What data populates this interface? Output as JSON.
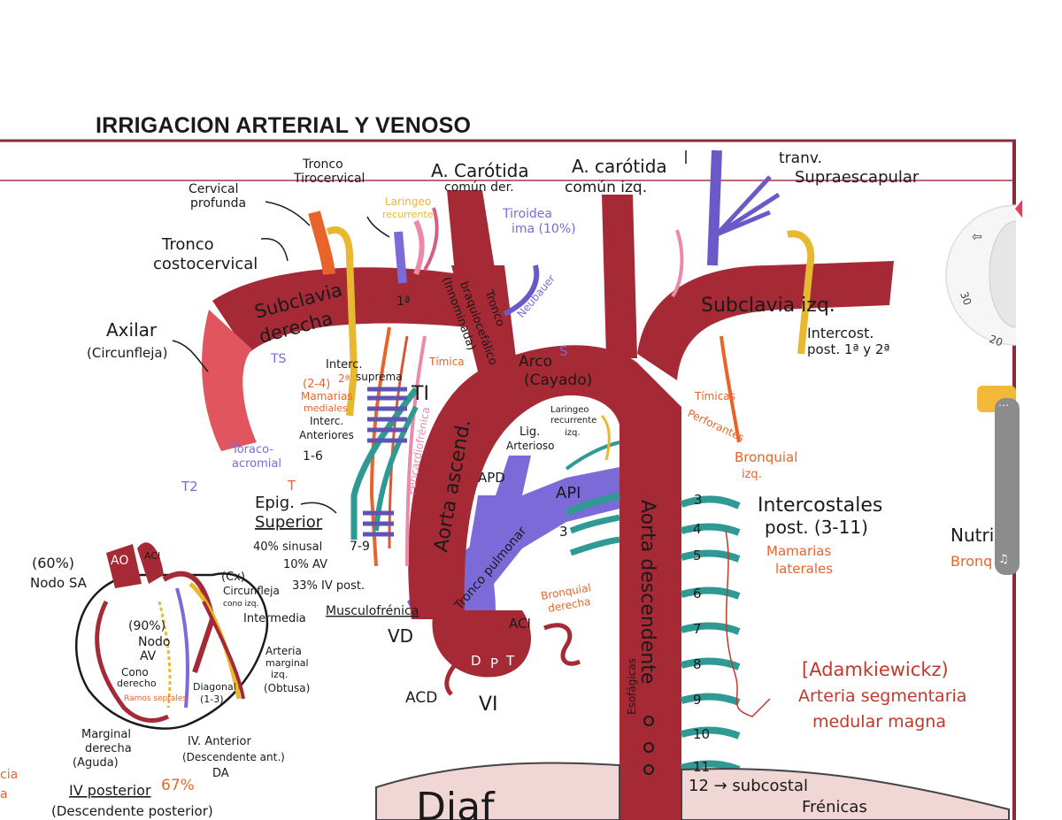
{
  "title": "IRRIGACION ARTERIAL Y VENOSO",
  "colors": {
    "aorta": "#a52a35",
    "aorta_light": "#e0555e",
    "pulmonary": "#7b6ad8",
    "intercostal": "#2f9a93",
    "yellow": "#e8b830",
    "orange": "#e8642a",
    "pink": "#e88aa8",
    "text_dark": "#1a1a1a",
    "label_orange": "#e8642a",
    "label_red": "#c0392b",
    "label_violet": "#7b6ad8",
    "frame": "#8b2a3a"
  },
  "labels": {
    "tronco_tiro_1": "Tronco",
    "tronco_tiro_2": "Tirocervical",
    "carotida_der_1": "A. Carótida",
    "carotida_der_2": "común der.",
    "carotida_izq_1": "A. carótida",
    "carotida_izq_2": "común izq.",
    "tranv": "tranv.",
    "supraescapular": "Supraescapular",
    "cervical_1": "Cervical",
    "cervical_2": "profunda",
    "laringeo_1": "Laringeo",
    "laringeo_2": "recurrente",
    "tiroidea_1": "Tiroidea",
    "tiroidea_2": "ima (10%)",
    "neubauer": "Neubauer",
    "tronco_costo_1": "Tronco",
    "tronco_costo_2": "costocervical",
    "subclavia_der_1": "Subclavia",
    "subclavia_der_2": "derecha",
    "primera": "1ª",
    "braquio_1": "Tronco",
    "braquio_2": "braquiocefálico",
    "braquio_3": "(Innominada)",
    "subclavia_izq": "Subclavia izq.",
    "axilar_1": "Axilar",
    "axilar_2": "(Circunfleja)",
    "ts": "TS",
    "interc_sup_1": "Interc.",
    "interc_sup_2": "suprema",
    "timica": "Tímica",
    "arco_1": "Arco",
    "arco_2": "(Cayado)",
    "s_mark": "S",
    "interc_post_1": "Intercost.",
    "interc_post_2": "post. 1ª y 2ª",
    "mamarias_1": "(2-4)",
    "mamarias_2": "2ª",
    "mamarias_3": "Mamarias",
    "mamarias_4": "mediales",
    "ti": "TI",
    "interc_ant_1": "Interc.",
    "interc_ant_2": "Anteriores",
    "interc_ant_3": "1-6",
    "laringeo_rec_1": "Laringeo",
    "laringeo_rec_2": "recurrente",
    "laringeo_rec_3": "izq.",
    "lig_art_1": "Lig.",
    "lig_art_2": "Arterioso",
    "timicas": "Tímicas",
    "perforantes": "Perforantes",
    "toraco_1": "Toraco-",
    "toraco_2": "acromial",
    "pericardio": "Pericardiofrénica",
    "aorta_ascend": "Aorta ascend.",
    "bronquial_izq_1": "Bronquial",
    "bronquial_izq_2": "izq.",
    "t2": "T2",
    "apd": "APD",
    "api": "API",
    "epig_1": "Epig.",
    "epig_2": "Superior",
    "t_mark": "T",
    "n3a": "3",
    "n3b": "3",
    "intercostales_1": "Intercostales",
    "intercostales_2": "post. (3-11)",
    "nutri": "Nutri",
    "bronq": "Bronq",
    "sinusal": "40% sinusal",
    "av": "10% AV",
    "iv_post": "33% IV post.",
    "n79": "7-9",
    "mamarias_lat_1": "Mamarias",
    "mamarias_lat_2": "laterales",
    "aorta_desc": "Aorta descendente",
    "tronco_pulmonar": "Tronco pulmonar",
    "musculofrenica": "Musculofrénica",
    "ao": "AO",
    "aci": "ACI",
    "nodo_sa_1": "(60%)",
    "nodo_sa_2": "Nodo SA",
    "cx": "(Cx)",
    "circunfleja_1": "Circunfleja",
    "circunfleja_2": "cono izq.",
    "intermedia": "Intermedia",
    "nodo_av_1": "(90%)",
    "nodo_av_2": "Nodo",
    "nodo_av_3": "AV",
    "cono_1": "Cono",
    "cono_2": "derecho",
    "ramos": "Ramos septales",
    "diagonal_1": "Diagonal",
    "diagonal_2": "(1-3)",
    "arteria_marg_1": "Arteria",
    "arteria_marg_2": "marginal",
    "arteria_marg_3": "izq.",
    "arteria_marg_4": "(Obtusa)",
    "vd": "VD",
    "aci2": "ACI",
    "bronquial_der_1": "Bronquial",
    "bronquial_der_2": "derecha",
    "d": "D",
    "p": "P",
    "t": "T",
    "acd": "ACD",
    "vi": "VI",
    "adamkiewicz": "[Adamkiewickz)",
    "segmentaria_1": "Arteria segmentaria",
    "segmentaria_2": "medular magna",
    "marginal_der_1": "Marginal",
    "marginal_der_2": "derecha",
    "marginal_der_3": "(Aguda)",
    "iv_ant_1": "IV. Anterior",
    "iv_ant_2": "(Descendente ant.)",
    "iv_ant_3": "DA",
    "iv_posterior_1": "IV posterior",
    "iv_posterior_pct": "67%",
    "iv_posterior_2": "(Descendente posterior)",
    "esofagicas": "Esofágicas",
    "subcostal": "12 → subcostal",
    "frenicas": "Frénicas",
    "diaf": "Diaf",
    "left_cut_1": "cia",
    "left_cut_2": "a",
    "dial_30": "30",
    "dial_20": "20"
  },
  "intercostal_numbers": [
    "3",
    "4",
    "5",
    "6",
    "7",
    "8",
    "9",
    "10",
    "11"
  ]
}
